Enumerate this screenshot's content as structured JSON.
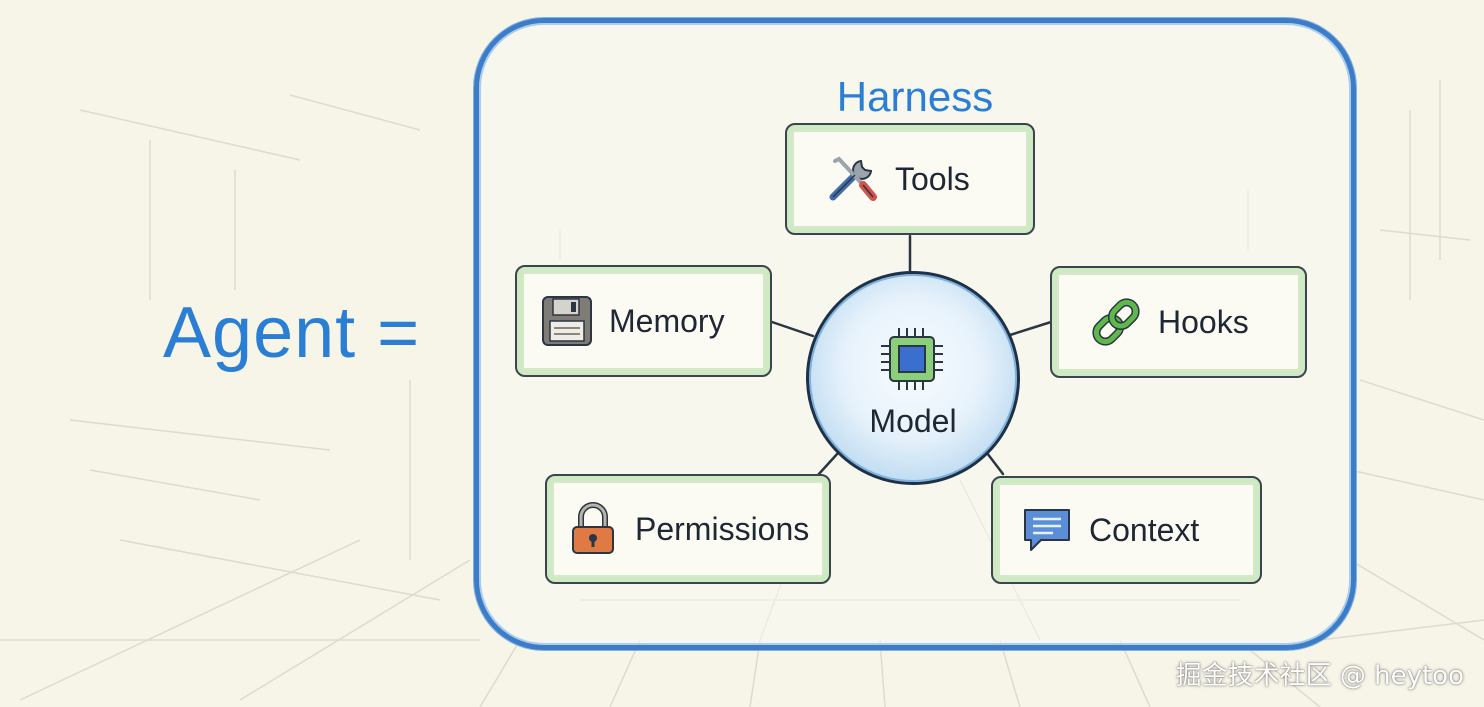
{
  "agent_label": "Agent =",
  "harness": {
    "title": "Harness",
    "model": {
      "label": "Model",
      "icon": "chip-icon"
    },
    "components": [
      {
        "key": "tools",
        "label": "Tools",
        "icon": "wrench-screwdriver-icon"
      },
      {
        "key": "memory",
        "label": "Memory",
        "icon": "floppy-disk-icon"
      },
      {
        "key": "hooks",
        "label": "Hooks",
        "icon": "chain-link-icon"
      },
      {
        "key": "permissions",
        "label": "Permissions",
        "icon": "padlock-icon"
      },
      {
        "key": "context",
        "label": "Context",
        "icon": "speech-bubble-icon"
      }
    ]
  },
  "watermark": "掘金技术社区 @ heytoo",
  "colors": {
    "accent_blue": "#2a7fd4",
    "harness_border": "#3d7cc6",
    "node_glow_green": "#cfe9c2",
    "background": "#f7f4e8"
  }
}
